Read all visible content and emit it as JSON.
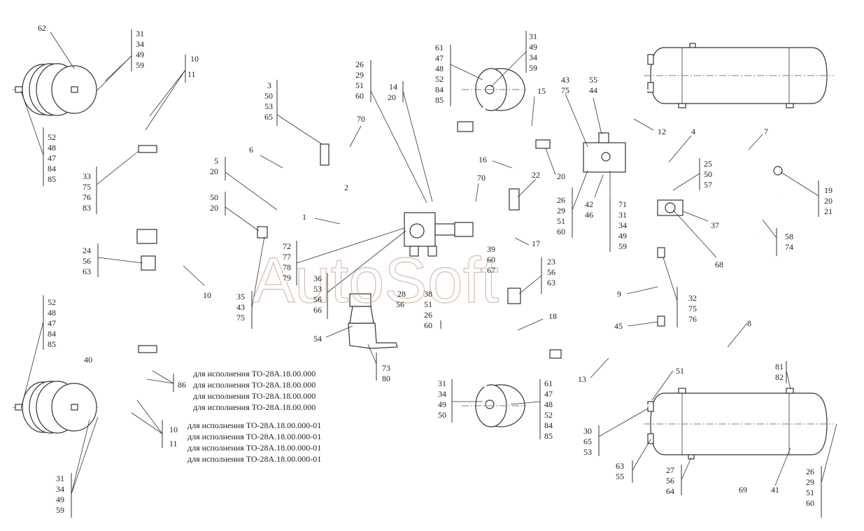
{
  "watermark": "AutoSoft",
  "variants": [
    "для исполнения ТО-28А.18.00.000",
    "для исполнения ТО-28А.18.00.000",
    "для исполнения ТО-28А.18.00.000",
    "для исполнения ТО-28А.18.00.000",
    "для исполнения ТО-28А.18.00.000-01",
    "для исполнения ТО-28А.18.00.000-01",
    "для исполнения ТО-28А.18.00.000-01",
    "для исполнения ТО-28А.18.00.000-01"
  ],
  "callouts": [
    {
      "lines": [
        "62"
      ]
    },
    {
      "lines": [
        "31",
        "34",
        "49",
        "59"
      ]
    },
    {
      "lines": [
        "10",
        "11"
      ]
    },
    {
      "lines": [
        "52",
        "48",
        "47",
        "84",
        "85"
      ]
    },
    {
      "lines": [
        "33",
        "75",
        "76",
        "83"
      ]
    },
    {
      "lines": [
        "24",
        "56",
        "63"
      ]
    },
    {
      "lines": [
        "10"
      ]
    },
    {
      "lines": [
        "52",
        "48",
        "47",
        "84",
        "85"
      ]
    },
    {
      "lines": [
        "40"
      ]
    },
    {
      "lines": [
        "86"
      ]
    },
    {
      "lines": [
        "10",
        "11"
      ]
    },
    {
      "lines": [
        "31",
        "34",
        "49",
        "59"
      ]
    },
    {
      "lines": [
        "3",
        "50",
        "53",
        "65"
      ]
    },
    {
      "lines": [
        "6"
      ]
    },
    {
      "lines": [
        "5",
        "20"
      ]
    },
    {
      "lines": [
        "50",
        "20"
      ]
    },
    {
      "lines": [
        "1"
      ]
    },
    {
      "lines": [
        "72",
        "77",
        "78",
        "79"
      ]
    },
    {
      "lines": [
        "35",
        "43",
        "75"
      ]
    },
    {
      "lines": [
        "36",
        "53",
        "56",
        "66"
      ]
    },
    {
      "lines": [
        "54"
      ]
    },
    {
      "lines": [
        "70"
      ]
    },
    {
      "lines": [
        "2"
      ]
    },
    {
      "lines": [
        "26",
        "29",
        "51",
        "60"
      ]
    },
    {
      "lines": [
        "14",
        "20"
      ]
    },
    {
      "lines": [
        "28",
        "56"
      ]
    },
    {
      "lines": [
        "38",
        "51",
        "26",
        "60"
      ]
    },
    {
      "lines": [
        "39",
        "60",
        "67"
      ]
    },
    {
      "lines": [
        "73",
        "80"
      ]
    },
    {
      "lines": [
        "61",
        "47",
        "48",
        "52",
        "84",
        "85"
      ]
    },
    {
      "lines": [
        "31",
        "49",
        "34",
        "59"
      ]
    },
    {
      "lines": [
        "15"
      ]
    },
    {
      "lines": [
        "16"
      ]
    },
    {
      "lines": [
        "70"
      ]
    },
    {
      "lines": [
        "22"
      ]
    },
    {
      "lines": [
        "17"
      ]
    },
    {
      "lines": [
        "23",
        "56",
        "63"
      ]
    },
    {
      "lines": [
        "18"
      ]
    },
    {
      "lines": [
        "13"
      ]
    },
    {
      "lines": [
        "31",
        "34",
        "49",
        "50"
      ]
    },
    {
      "lines": [
        "61",
        "47",
        "48",
        "52",
        "84",
        "85"
      ]
    },
    {
      "lines": [
        "43",
        "75"
      ]
    },
    {
      "lines": [
        "55",
        "44"
      ]
    },
    {
      "lines": [
        "20"
      ]
    },
    {
      "lines": [
        "12"
      ]
    },
    {
      "lines": [
        "4"
      ]
    },
    {
      "lines": [
        "7"
      ]
    },
    {
      "lines": [
        "26",
        "29",
        "51",
        "60"
      ]
    },
    {
      "lines": [
        "42",
        "46"
      ]
    },
    {
      "lines": [
        "71",
        "31",
        "34",
        "49",
        "59"
      ]
    },
    {
      "lines": [
        "25",
        "50",
        "57"
      ]
    },
    {
      "lines": [
        "19",
        "20",
        "21"
      ]
    },
    {
      "lines": [
        "37"
      ]
    },
    {
      "lines": [
        "58",
        "74"
      ]
    },
    {
      "lines": [
        "68"
      ]
    },
    {
      "lines": [
        "9"
      ]
    },
    {
      "lines": [
        "32",
        "75",
        "76"
      ]
    },
    {
      "lines": [
        "45"
      ]
    },
    {
      "lines": [
        "8"
      ]
    },
    {
      "lines": [
        "51"
      ]
    },
    {
      "lines": [
        "81",
        "82"
      ]
    },
    {
      "lines": [
        "30",
        "65",
        "53"
      ]
    },
    {
      "lines": [
        "63",
        "55"
      ]
    },
    {
      "lines": [
        "27",
        "56",
        "64"
      ]
    },
    {
      "lines": [
        "69"
      ]
    },
    {
      "lines": [
        "41"
      ]
    },
    {
      "lines": [
        "26",
        "29",
        "51",
        "60"
      ]
    }
  ]
}
